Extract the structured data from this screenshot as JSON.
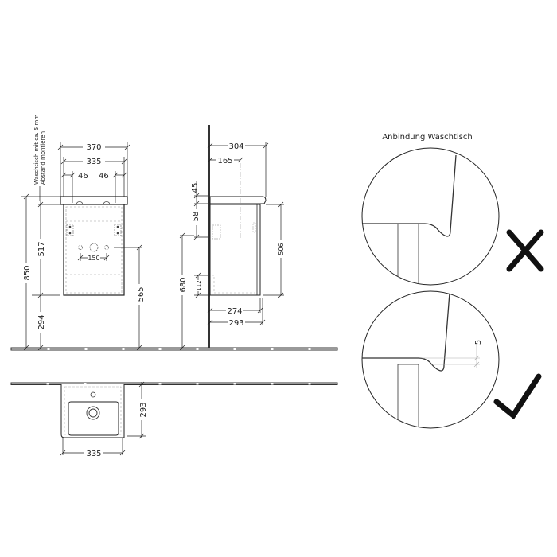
{
  "front_view": {
    "note_line1": "Waschtisch mit ca. 5 mm",
    "note_line2": "Abstand montieren!",
    "dims": {
      "overall_width": "370",
      "basin_width": "335",
      "left_offset": "46",
      "right_offset": "46",
      "total_height": "850",
      "cabinet_height": "517",
      "bottom_clearance": "294",
      "hole_spacing": "150",
      "drain_height": "565"
    }
  },
  "side_view": {
    "dims": {
      "depth_total": "304",
      "tap_offset": "165",
      "basin_thickness": "45",
      "under_basin": "58",
      "mount_height": "680",
      "cabinet_height": "506",
      "lower_bracket": "112",
      "cabinet_depth": "274",
      "overall_depth": "293"
    }
  },
  "top_view": {
    "dims": {
      "width": "335",
      "depth": "293"
    }
  },
  "detail": {
    "title": "Anbindung Waschtisch",
    "gap_dim": "5",
    "wrong_icon": "cross-mark",
    "right_icon": "check-mark"
  }
}
